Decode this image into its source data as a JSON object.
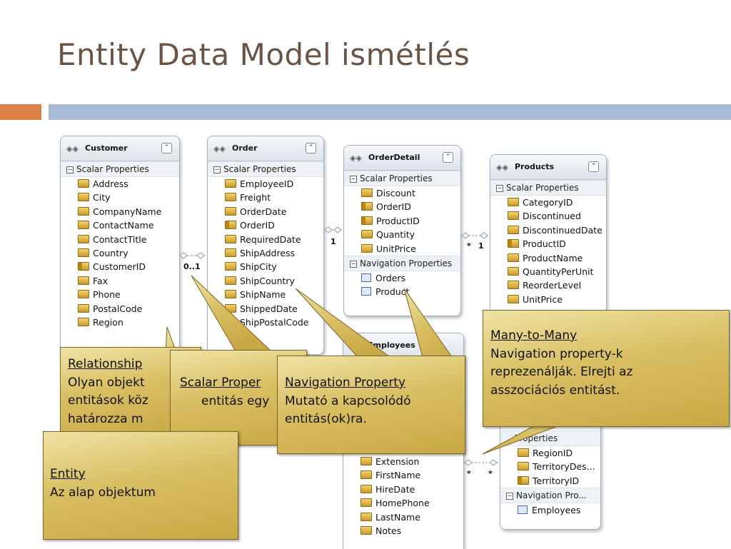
{
  "slide": {
    "title": "Entity Data Model ismétlés"
  },
  "diagram": {
    "entities": {
      "customer": {
        "name": "Customer",
        "scalar_label": "Scalar Properties",
        "props": [
          "Address",
          "City",
          "CompanyName",
          "ContactName",
          "ContactTitle",
          "Country",
          "CustomerID",
          "Fax",
          "Phone",
          "PostalCode",
          "Region"
        ]
      },
      "order": {
        "name": "Order",
        "scalar_label": "Scalar Properties",
        "props": [
          "EmployeeID",
          "Freight",
          "OrderDate",
          "OrderID",
          "RequiredDate",
          "ShipAddress",
          "ShipCity",
          "ShipCountry",
          "ShipName",
          "ShippedDate",
          "ShipPostalCode"
        ]
      },
      "orderdetail": {
        "name": "OrderDetail",
        "scalar_label": "Scalar Properties",
        "props": [
          "Discount",
          "OrderID",
          "ProductID",
          "Quantity",
          "UnitPrice"
        ],
        "nav_label": "Navigation Properties",
        "nav": [
          "Orders",
          "Product"
        ]
      },
      "products": {
        "name": "Products",
        "scalar_label": "Scalar Properties",
        "props": [
          "CategoryID",
          "Discontinued",
          "DiscontinuedDate",
          "ProductID",
          "ProductName",
          "QuantityPerUnit",
          "ReorderLevel",
          "UnitPrice"
        ]
      },
      "employees": {
        "name": "Employees",
        "props": [
          "Extension",
          "FirstName",
          "HireDate",
          "HomePhone",
          "LastName",
          "Notes"
        ]
      },
      "territories": {
        "scalar_label": "...Properties",
        "props": [
          "RegionID",
          "TerritoryDes...",
          "TerritoryID"
        ],
        "nav_label": "Navigation  Pro...",
        "nav": [
          "Employees"
        ]
      }
    },
    "multiplicities": {
      "m1": "0..1",
      "m2": "1",
      "m3": "*",
      "m4": "1",
      "m5": "*",
      "m6": "*"
    }
  },
  "callouts": {
    "relationship": {
      "heading": "Relationship",
      "line1": "Olyan objekt",
      "line2": "entitások köz",
      "line3": "határozza m"
    },
    "scalar": {
      "heading": "Scalar Proper",
      "line1": "entitás egy"
    },
    "navigation": {
      "heading": "Navigation Property",
      "line1": "Mutató a kapcsolódó",
      "line2": "entitás(ok)ra."
    },
    "manytomany": {
      "heading": "Many-to-Many",
      "line1": "Navigation property-k",
      "line2": "reprezenálják. Elrejti az",
      "line3": "asszociációs entitást."
    },
    "entity": {
      "heading": "Entity",
      "line1": "Az alap objektum"
    }
  },
  "icons": [
    "entity-icon",
    "collapse-icon",
    "expand-box-icon",
    "property-icon",
    "key-property-icon",
    "navigation-property-icon"
  ]
}
